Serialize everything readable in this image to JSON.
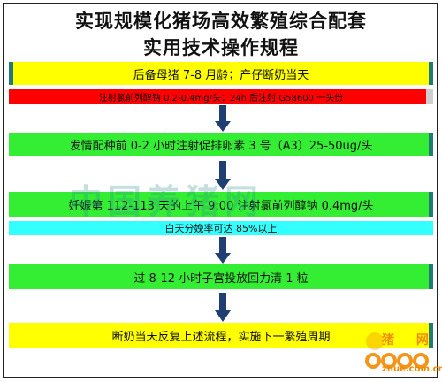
{
  "title": {
    "line1": "实现规模化猪场高效繁殖综合配套",
    "line2": "实用技术操作规程"
  },
  "steps": [
    {
      "text": "后备母猪 7-8 月龄；产仔断奶当天",
      "color": "#ffff00"
    },
    {
      "text": "注射氯前列醇钠 0.2-0.4mg/头；24h 后注射 G58600 一头份",
      "color": "#ff0000"
    },
    {
      "text": "发情配种前 0-2 小时注射促排卵素 3 号（A3）25-50ug/头",
      "color": "#33ee33"
    },
    {
      "text": "妊娠第 112-113 天的上午 9:00 注射氯前列醇钠 0.4mg/头",
      "color": "#33ee33"
    },
    {
      "text": "白天分娩率可达 85%以上",
      "color": "#33ffff"
    },
    {
      "text": "过 8-12 小时子宫投放回力清 1 粒",
      "color": "#33ee33"
    },
    {
      "text": "断奶当天反复上述流程，实施下一繁殖周期",
      "color": "#ffff00"
    }
  ],
  "watermark": {
    "text": "中国养猪网"
  },
  "logo": {
    "name": "猪 网",
    "url": "zhue.com.cn"
  },
  "colors": {
    "arrow": "#1f3f73",
    "accent": "#1f7a7a"
  }
}
